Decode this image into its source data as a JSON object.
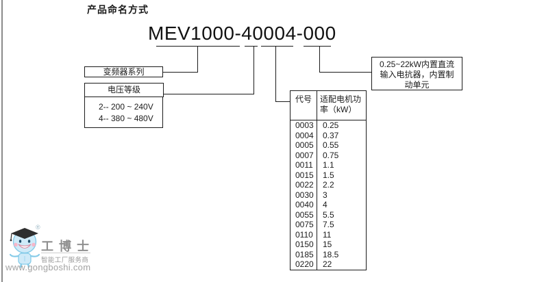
{
  "page": {
    "heading": "产品命名方式",
    "model_number": "MEV1000-40004-000"
  },
  "callouts": {
    "series_label": "变频器系列",
    "voltage_label": "电压等级",
    "voltage_options": [
      "2-- 200 ~ 240V",
      "4-- 380 ~ 480V"
    ],
    "feature_lines": [
      "0.25~22kW内置直流",
      "输入电抗器，内置制",
      "动单元"
    ]
  },
  "power_table": {
    "col_code": "代号",
    "col_power": "适配电机功率（kW）",
    "rows": [
      [
        "0003",
        "0.25"
      ],
      [
        "0004",
        "0.37"
      ],
      [
        "0005",
        "0.55"
      ],
      [
        "0007",
        "0.75"
      ],
      [
        "0011",
        "1.1"
      ],
      [
        "0015",
        "1.5"
      ],
      [
        "0022",
        "2.2"
      ],
      [
        "0030",
        "3"
      ],
      [
        "0040",
        "4"
      ],
      [
        "0055",
        "5.5"
      ],
      [
        "0075",
        "7.5"
      ],
      [
        "0110",
        "11"
      ],
      [
        "0150",
        "15"
      ],
      [
        "0185",
        "18.5"
      ],
      [
        "0220",
        "22"
      ]
    ]
  },
  "logo": {
    "brand": "工博士",
    "registered_mark": "®",
    "tagline": "智能工厂服务商",
    "website": "www.gongboshi.com"
  },
  "colors": {
    "line": "#1a1a1a",
    "background": "#ffffff",
    "logo_text_gray": "#9a9a9a",
    "mascot_blue": "#cfeaf8"
  }
}
